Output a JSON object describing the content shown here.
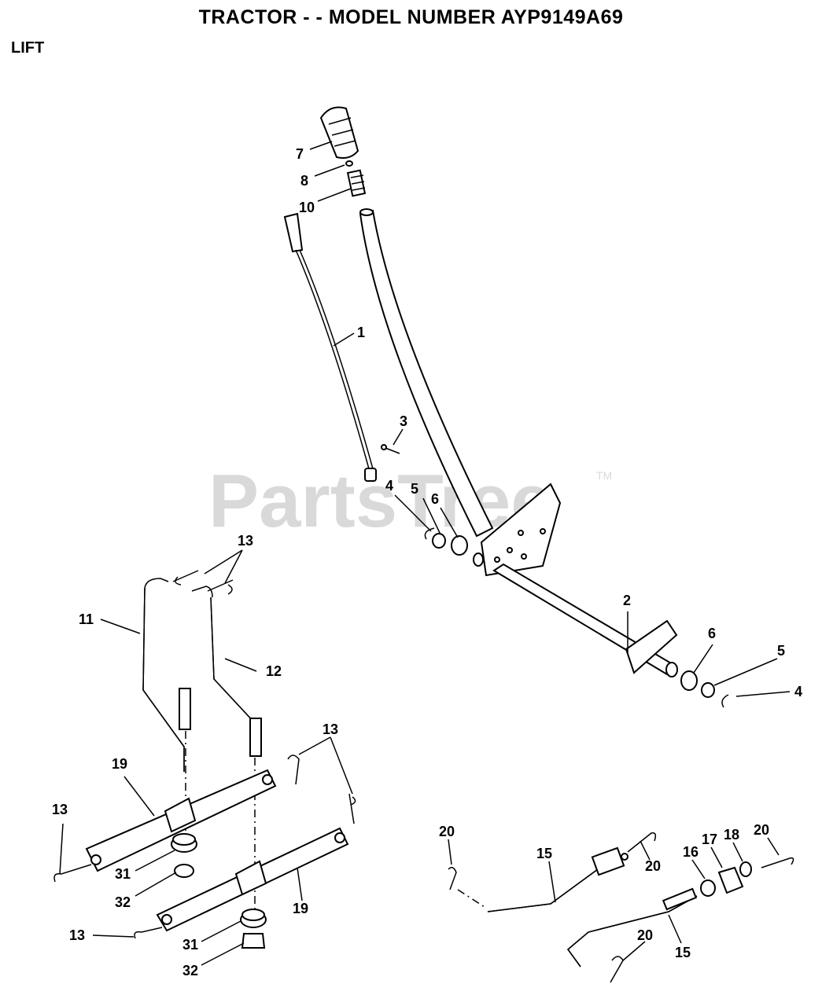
{
  "header": {
    "title": "TRACTOR - - MODEL NUMBER AYP9149A69",
    "section": "LIFT"
  },
  "watermark": {
    "text": "PartsTree",
    "tm": "TM"
  },
  "callouts": [
    "7",
    "8",
    "10",
    "1",
    "3",
    "4",
    "5",
    "6",
    "13",
    "11",
    "12",
    "2",
    "6",
    "5",
    "4",
    "13",
    "19",
    "13",
    "31",
    "32",
    "19",
    "13",
    "31",
    "32",
    "20",
    "15",
    "20",
    "16",
    "17",
    "18",
    "20",
    "20",
    "15"
  ]
}
